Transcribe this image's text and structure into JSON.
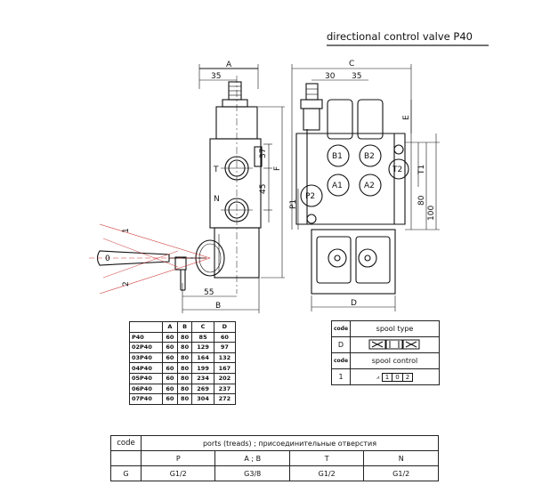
{
  "title": "directional control valve P40",
  "front_view": {
    "ports": [
      "B1",
      "B2",
      "A1",
      "A2",
      "P2",
      "T2"
    ],
    "dims": {
      "top_span": "30",
      "top_span2": "35",
      "height": "100",
      "lower": "80",
      "width_label": "C",
      "bottom_label": "D",
      "side_label": "E",
      "port_p1": "P1",
      "port_t1": "T1"
    }
  },
  "side_view": {
    "dims": {
      "a": "A",
      "a_sub": "35",
      "v1": "37",
      "v2": "45",
      "f": "F",
      "b": "B",
      "b_sub": "55"
    },
    "port_labels": {
      "t": "T",
      "n": "N"
    },
    "lever": {
      "pos_o": "0",
      "pos_1": "1",
      "pos_2": "2"
    }
  },
  "dimension_table": {
    "headers": [
      "",
      "A",
      "B",
      "C",
      "D"
    ],
    "rows": [
      [
        "P40",
        "60",
        "80",
        "85",
        "60"
      ],
      [
        "02P40",
        "60",
        "80",
        "129",
        "97"
      ],
      [
        "03P40",
        "60",
        "80",
        "164",
        "132"
      ],
      [
        "04P40",
        "60",
        "80",
        "199",
        "167"
      ],
      [
        "05P40",
        "60",
        "80",
        "234",
        "202"
      ],
      [
        "06P40",
        "60",
        "80",
        "269",
        "237"
      ],
      [
        "07P40",
        "60",
        "80",
        "304",
        "272"
      ]
    ]
  },
  "spool_table": {
    "code_label": "code",
    "spool_type_label": "spool type",
    "spool_type_code": "D",
    "spool_control_label": "spool control",
    "spool_control_code": "1",
    "spool_control_positions": [
      "1",
      "0",
      "2"
    ]
  },
  "ports_table": {
    "code_label": "code",
    "header": "ports (treads) ; присоединительные отверстия",
    "columns": [
      "P",
      "A ; B",
      "T",
      "N"
    ],
    "row_code": "G",
    "values": [
      "G1/2",
      "G3/8",
      "G1/2",
      "G1/2"
    ]
  }
}
